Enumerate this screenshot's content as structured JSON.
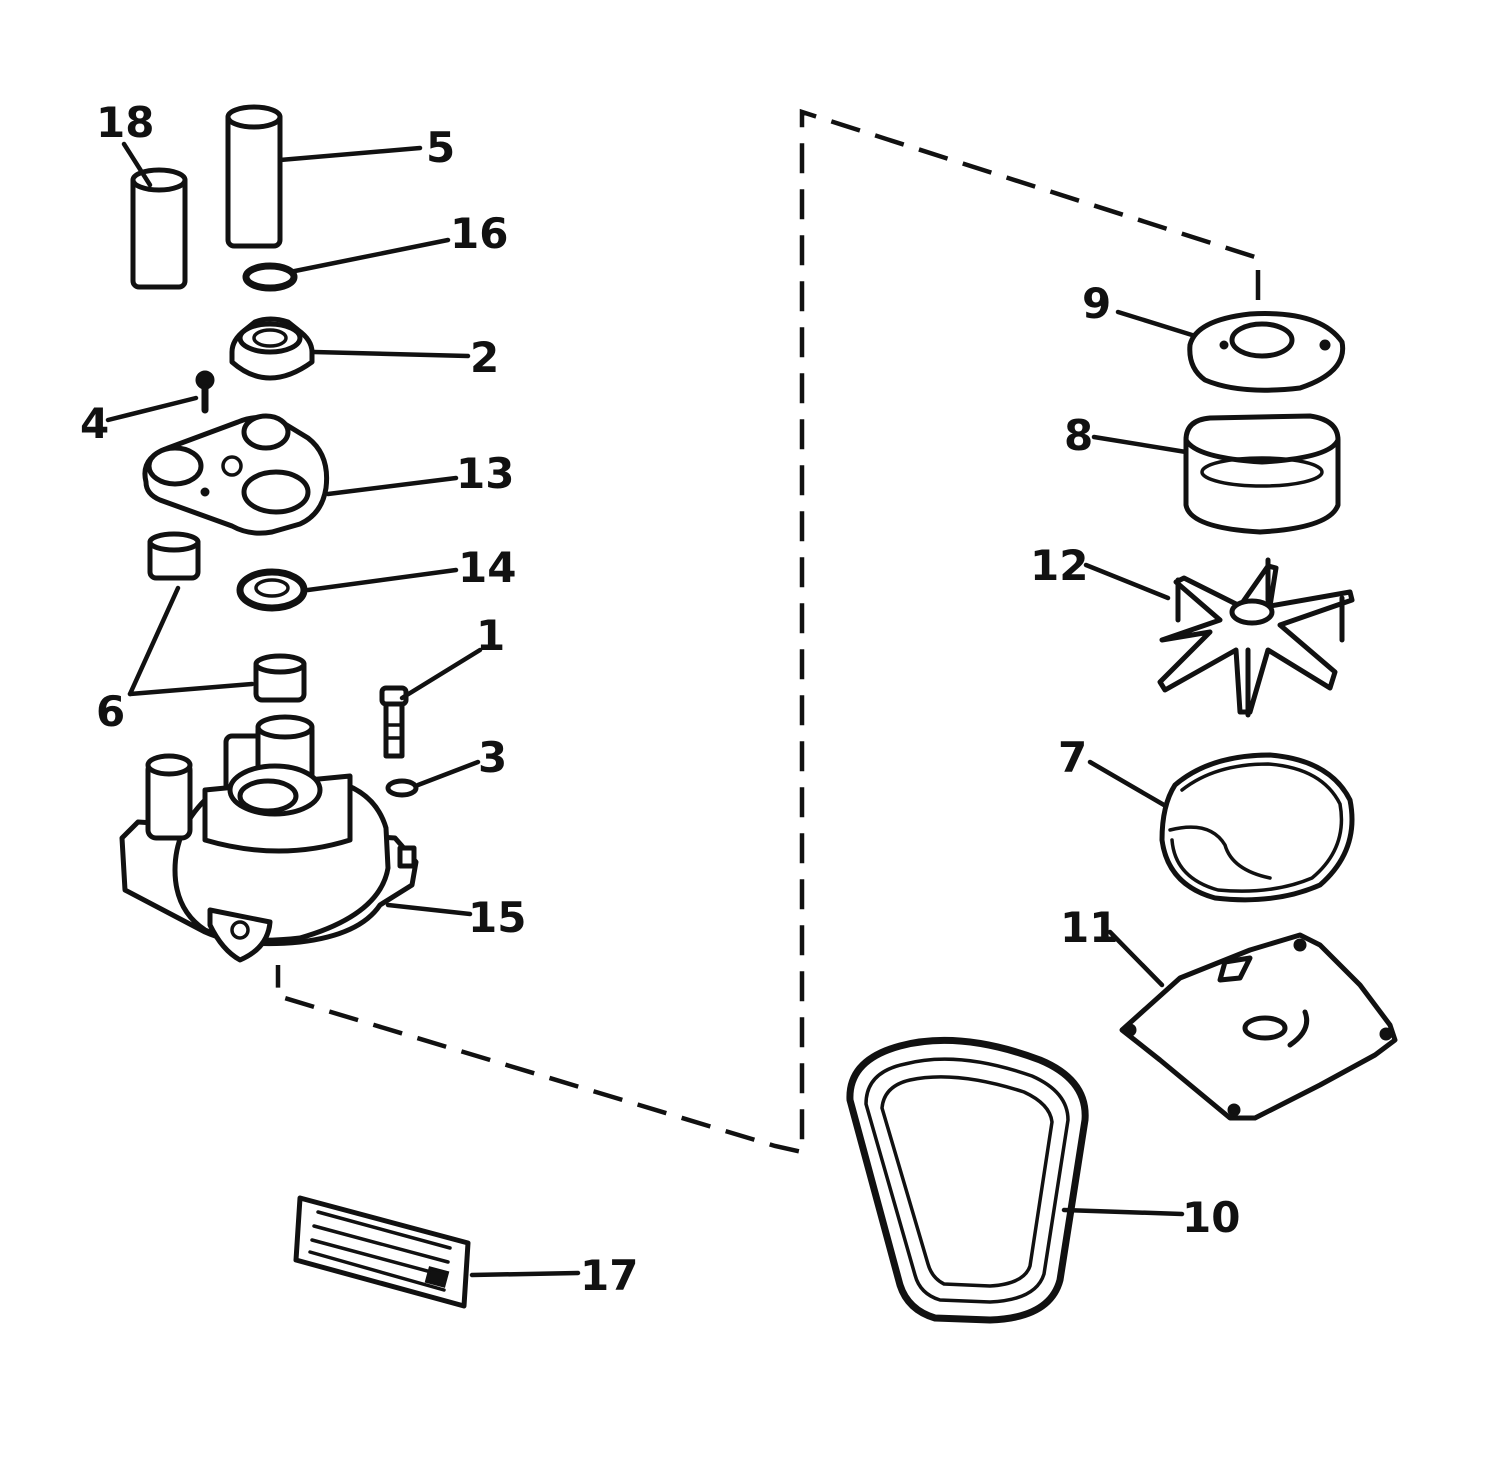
{
  "diagram": {
    "callouts": [
      "18",
      "5",
      "16",
      "2",
      "4",
      "13",
      "14",
      "6",
      "1",
      "3",
      "15",
      "9",
      "8",
      "12",
      "7",
      "11",
      "10",
      "17"
    ],
    "colors": {
      "ink": "#111111",
      "paper": "#ffffff"
    }
  }
}
